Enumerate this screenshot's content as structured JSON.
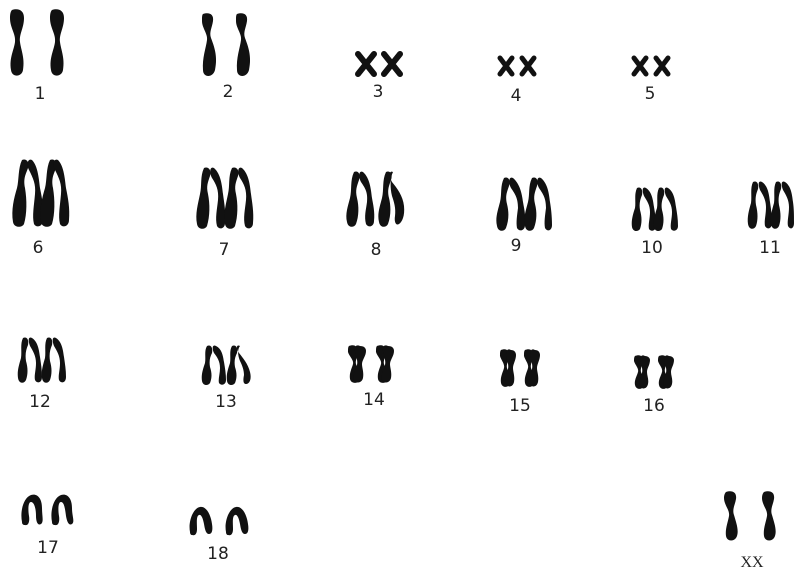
{
  "figure": {
    "background": "#ffffff",
    "chromosome_color": "#111111",
    "pairs": [
      {
        "label": "1",
        "shape": "metacentric-large"
      },
      {
        "label": "2",
        "shape": "submetacentric-large"
      },
      {
        "label": "3",
        "shape": "small-x"
      },
      {
        "label": "4",
        "shape": "small-x"
      },
      {
        "label": "5",
        "shape": "small-x"
      },
      {
        "label": "6",
        "shape": "acro-large"
      },
      {
        "label": "7",
        "shape": "acro-large"
      },
      {
        "label": "8",
        "shape": "acro-large"
      },
      {
        "label": "9",
        "shape": "acro-large"
      },
      {
        "label": "10",
        "shape": "acro-medium"
      },
      {
        "label": "11",
        "shape": "acro-medium"
      },
      {
        "label": "12",
        "shape": "acro-medium"
      },
      {
        "label": "13",
        "shape": "acro-medium"
      },
      {
        "label": "14",
        "shape": "submeta-medium"
      },
      {
        "label": "15",
        "shape": "submeta-medium"
      },
      {
        "label": "16",
        "shape": "submeta-medium"
      },
      {
        "label": "17",
        "shape": "arch"
      },
      {
        "label": "18",
        "shape": "arch-small"
      },
      {
        "label": "XX",
        "shape": "sex-x"
      }
    ]
  }
}
